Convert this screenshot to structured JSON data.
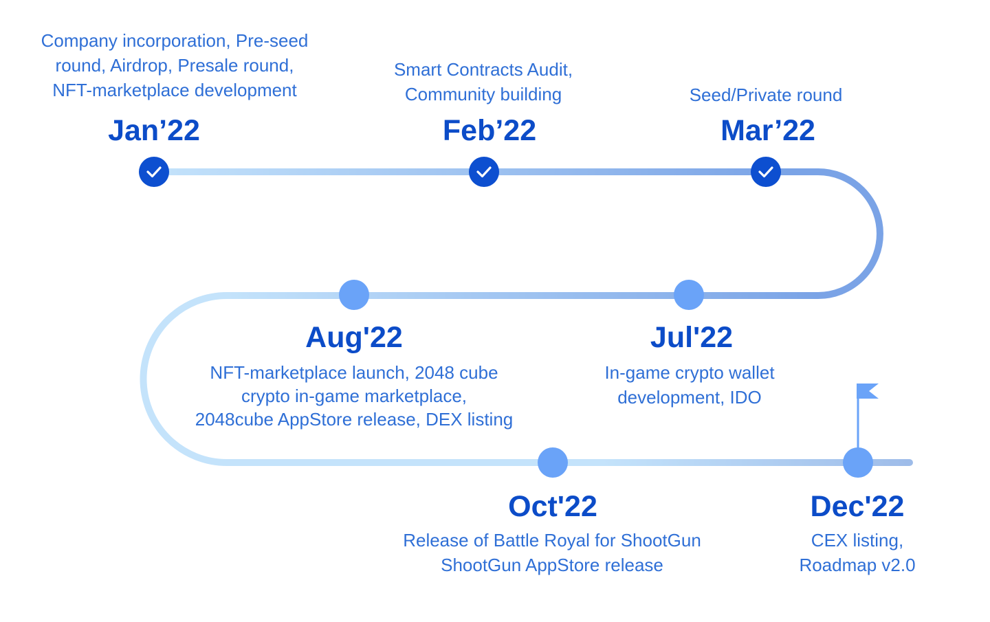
{
  "colors": {
    "heading": "#0c4cc8",
    "description": "#2f6fd6",
    "done_marker": "#0d4fd0",
    "upcoming_marker": "#6aa3f8",
    "track_light": "#c4e3fb",
    "track_dark": "#7aa3e6",
    "flag": "#6aa3f8"
  },
  "milestones": [
    {
      "id": "jan",
      "date": "Jan’22",
      "status": "done",
      "description": [
        "Company incorporation, Pre-seed",
        "round, Airdrop, Presale round,",
        "NFT-marketplace development"
      ]
    },
    {
      "id": "feb",
      "date": "Feb’22",
      "status": "done",
      "description": [
        "Smart Contracts Audit,",
        "Community building"
      ]
    },
    {
      "id": "mar",
      "date": "Mar’22",
      "status": "done",
      "description": [
        "Seed/Private round"
      ]
    },
    {
      "id": "jul",
      "date": "Jul'22",
      "status": "upcoming",
      "description": [
        "In-game crypto wallet",
        "development, IDO"
      ]
    },
    {
      "id": "aug",
      "date": "Aug'22",
      "status": "upcoming",
      "description": [
        "NFT-marketplace launch, 2048 cube",
        "crypto in-game marketplace,",
        "2048cube AppStore release, DEX listing"
      ]
    },
    {
      "id": "oct",
      "date": "Oct'22",
      "status": "upcoming",
      "description": [
        "Release of Battle Royal for ShootGun",
        "ShootGun AppStore release"
      ]
    },
    {
      "id": "dec",
      "date": "Dec'22",
      "status": "goal",
      "description": [
        "CEX listing,",
        "Roadmap v2.0"
      ]
    }
  ]
}
